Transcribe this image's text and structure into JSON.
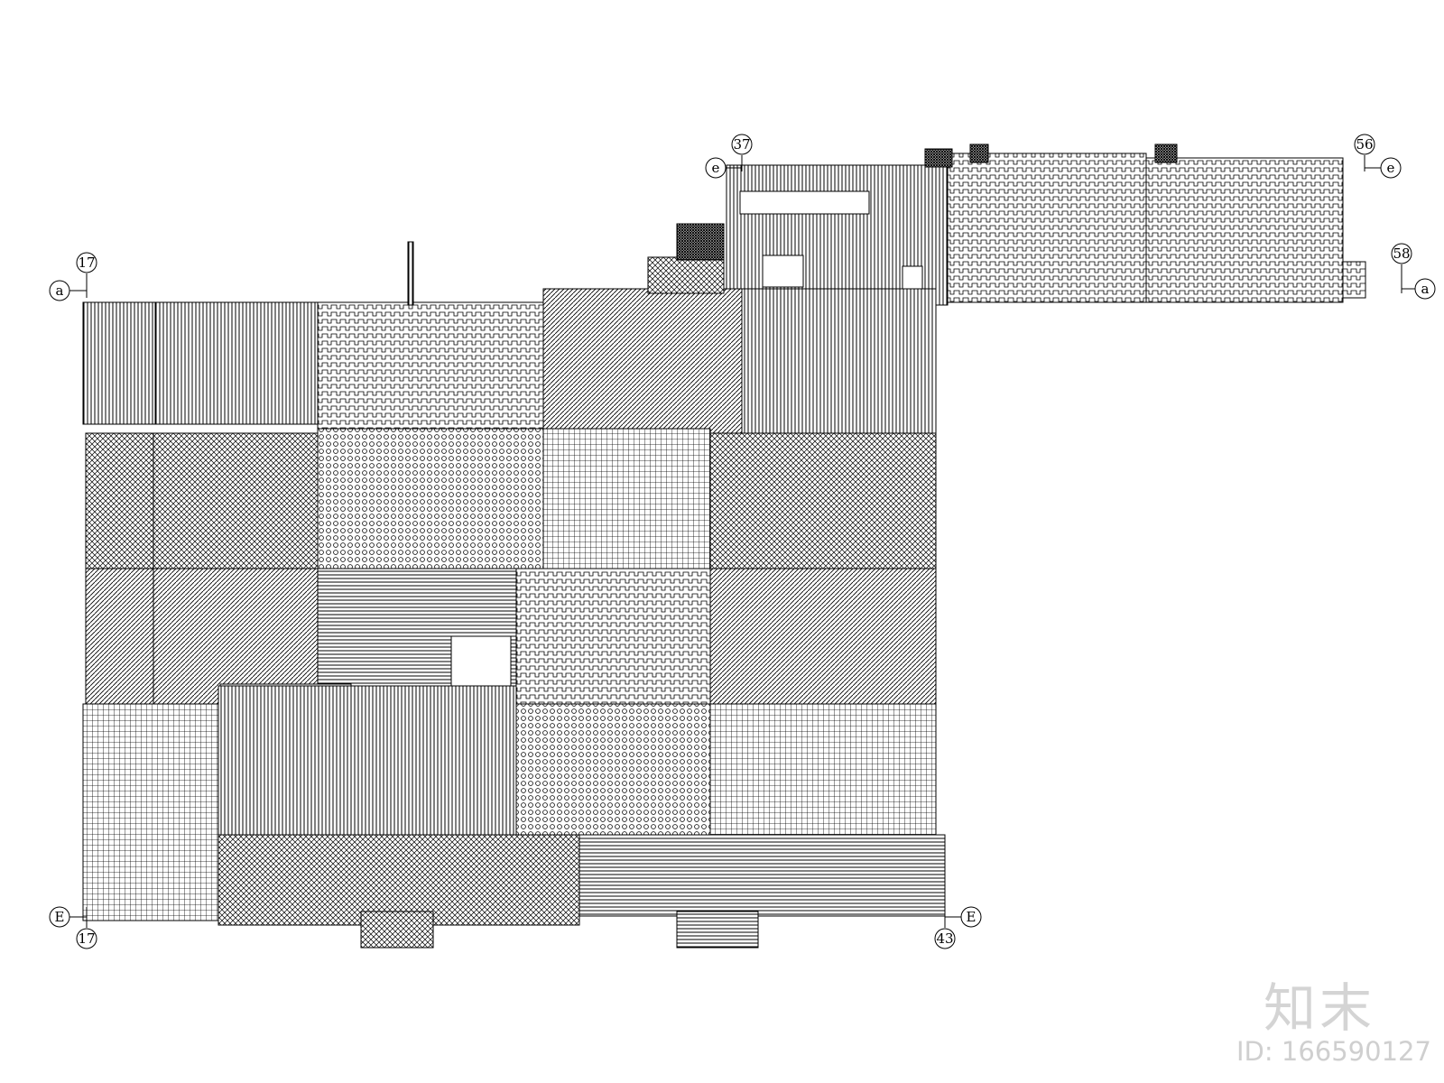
{
  "axes": {
    "top_left_number": "37",
    "top_left_letter": "e",
    "top_right_number": "56",
    "top_right_letter": "e",
    "right_number": "58",
    "right_letter": "a",
    "left_number": "17",
    "left_letter": "a",
    "bottom_left_letter": "E",
    "bottom_left_number": "17",
    "bottom_right_letter": "E",
    "bottom_right_number": "43"
  },
  "watermark": {
    "logo": "知末",
    "id": "ID: 166590127"
  }
}
